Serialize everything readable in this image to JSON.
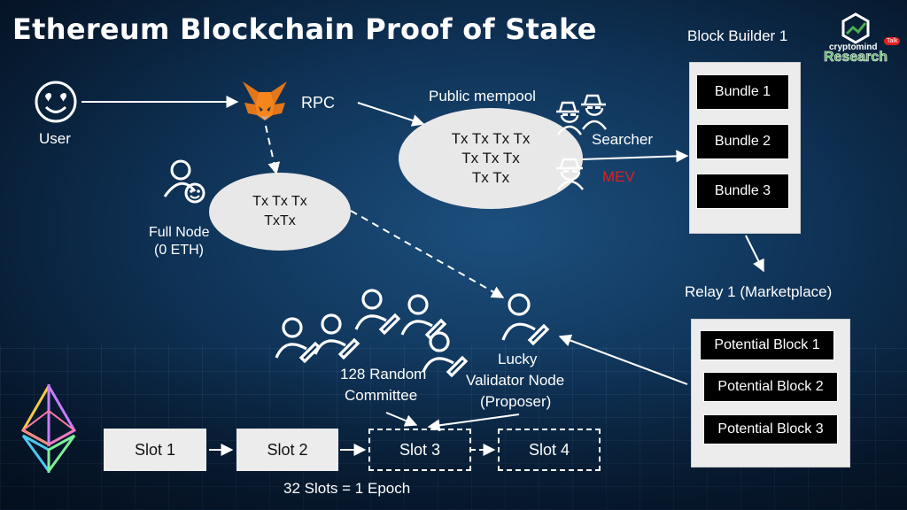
{
  "title": "Ethereum Blockchain Proof of Stake",
  "logo": {
    "line1": "cryptomind",
    "line2": "Research",
    "badge": "Talk"
  },
  "user_label": "User",
  "rpc_label": "RPC",
  "public_mempool": {
    "label": "Public mempool",
    "lines": [
      "Tx Tx Tx Tx",
      "Tx Tx Tx",
      "Tx Tx"
    ]
  },
  "full_node": {
    "line1": "Full Node",
    "line2": "(0 ETH)",
    "pool_lines": [
      "Tx Tx Tx",
      "TxTx"
    ]
  },
  "searcher_label": "Searcher",
  "mev_label": "MEV",
  "block_builder": {
    "label": "Block Builder 1",
    "bundles": [
      "Bundle 1",
      "Bundle 2",
      "Bundle 3"
    ]
  },
  "relay": {
    "label": "Relay 1 (Marketplace)",
    "blocks": [
      "Potential Block 1",
      "Potential Block 2",
      "Potential Block 3"
    ]
  },
  "committee": {
    "line1": "128 Random",
    "line2": "Committee"
  },
  "proposer": {
    "line1": "Lucky",
    "line2": "Validator Node",
    "line3": "(Proposer)"
  },
  "slots": [
    "Slot 1",
    "Slot 2",
    "Slot 3",
    "Slot 4"
  ],
  "epoch_label": "32 Slots = 1 Epoch",
  "colors": {
    "mev": "#e02020",
    "logo_green": "#4caf50"
  }
}
